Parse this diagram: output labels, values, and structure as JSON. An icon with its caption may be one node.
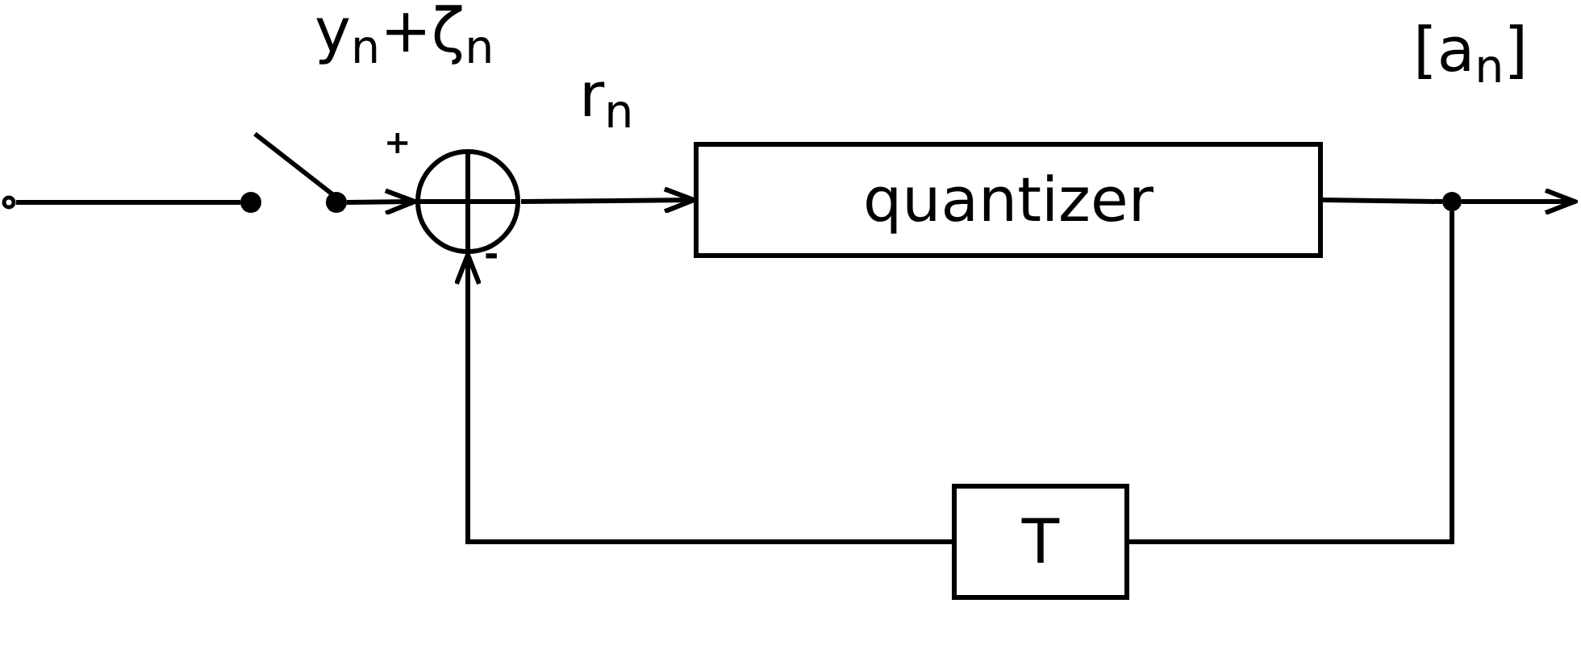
{
  "diagram": {
    "nodes": [
      {
        "text": [],
        "shape": "circle"
      },
      {
        "text": [],
        "shape": "circle"
      },
      {
        "text": [],
        "shape": "circle"
      },
      {
        "text": [],
        "shape": "circle"
      },
      {
        "text": [
          "quantizer"
        ]
      },
      {
        "text": [],
        "shape": "circle"
      },
      {
        "text": [
          "T"
        ]
      }
    ],
    "edges": [
      {
        "from": 0,
        "to": 1,
        "arrow": "none"
      },
      {
        "from": 2,
        "to": 3,
        "arrow": "to"
      },
      {
        "from": 3,
        "to": 4,
        "arrow": "to",
        "label": "r$_{n}$"
      },
      {
        "from": 4,
        "to": 5,
        "arrow": "none"
      },
      {
        "from": 5,
        "to": null,
        "arrow": "to",
        "label": "[a$_{n}$]"
      },
      {
        "from": 5,
        "to": 6,
        "arrow": "none"
      },
      {
        "from": 6,
        "to": 3,
        "arrow": "to"
      }
    ],
    "labels": [
      "y$_{n}$+ζ$_{n}$",
      "+",
      "-"
    ]
  }
}
